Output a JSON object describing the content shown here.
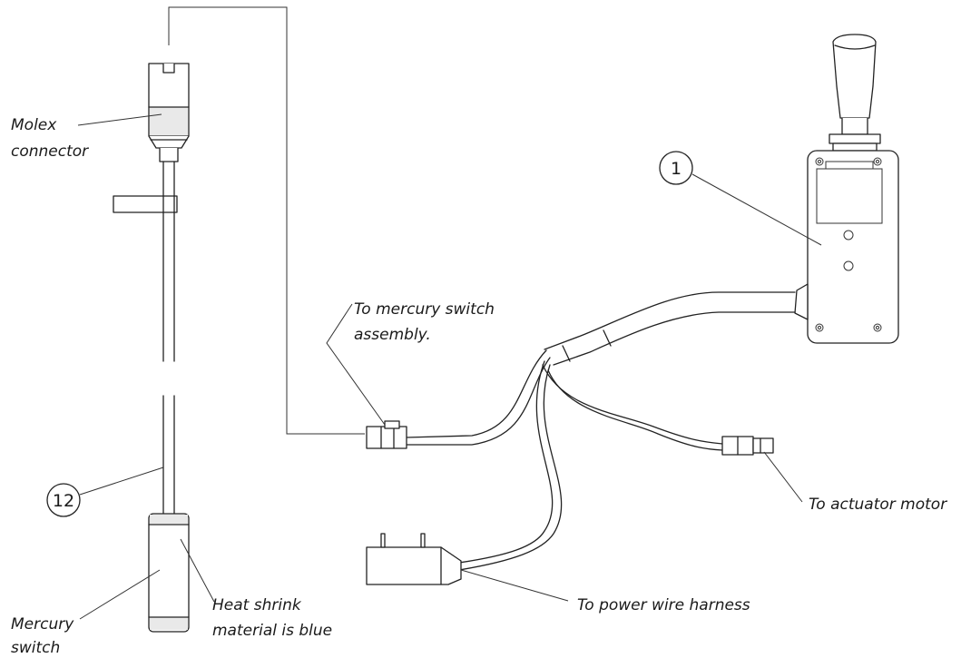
{
  "labels": {
    "molex_line1": "Molex",
    "molex_line2": "connector",
    "mercury_assembly_line1": "To mercury switch",
    "mercury_assembly_line2": "assembly.",
    "actuator_motor": "To actuator motor",
    "power_harness": "To power wire harness",
    "heat_shrink_line1": "Heat shrink",
    "heat_shrink_line2": "material is blue",
    "mercury_switch_line1": "Mercury",
    "mercury_switch_line2": "switch"
  },
  "callouts": {
    "joystick_item": "1",
    "switch_item": "12"
  }
}
